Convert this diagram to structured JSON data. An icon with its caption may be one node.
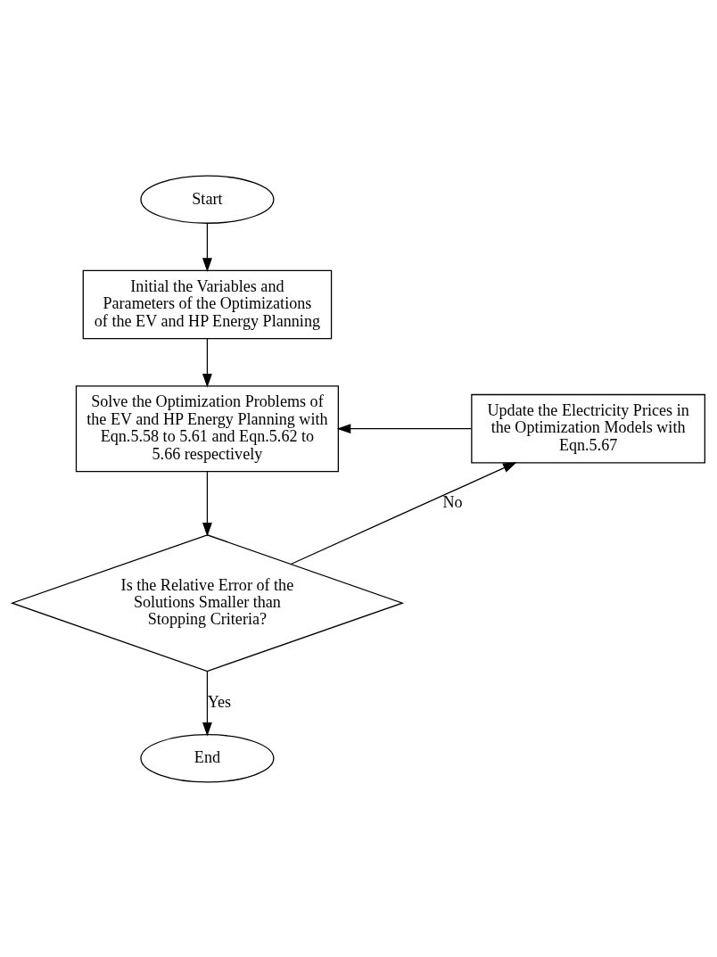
{
  "diagram": {
    "nodes": [
      {
        "text": [
          "Start"
        ]
      },
      {
        "text": [
          "Initial the Variables and Parameters of the Optimizations of the EV and HP Energy Planning"
        ]
      },
      {
        "text": [
          "Solve the Optimization Problems of the EV and HP Energy Planning with Eqn.5.58 to 5.61 and Eqn.5.62 to 5.66 respectively"
        ]
      },
      {
        "text": [
          "Is the Relative Error of the Solutions Smaller than Stopping Criteria?"
        ]
      },
      {
        "text": [
          "Update the Electricity Prices in the Optimization Models with Eqn.5.67"
        ]
      },
      {
        "text": [
          "End"
        ]
      }
    ],
    "edges": [
      {
        "from": 0,
        "to": 1,
        "arrow": "to"
      },
      {
        "from": 1,
        "to": 2,
        "arrow": "to"
      },
      {
        "from": 2,
        "to": 3,
        "arrow": "to"
      },
      {
        "from": 3,
        "to": 4,
        "arrow": "to",
        "label": "No"
      },
      {
        "from": 4,
        "to": 2,
        "arrow": "to"
      },
      {
        "from": 3,
        "to": 5,
        "arrow": "to",
        "label": "Yes"
      }
    ]
  }
}
